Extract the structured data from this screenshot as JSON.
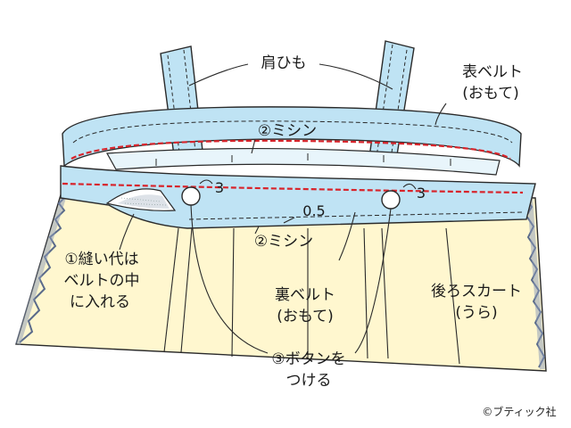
{
  "labels": {
    "strap": "肩ひも",
    "outer_belt_1": "表ベルト",
    "outer_belt_2": "(おもて)",
    "stitch_top": "②ミシン",
    "num_left": "3",
    "num_right": "3",
    "num_half": "0.5",
    "stitch_bottom": "②ミシン",
    "allowance_1": "①縫い代は",
    "allowance_2": "ベルトの中",
    "allowance_3": "に入れる",
    "inner_belt_1": "裏ベルト",
    "inner_belt_2": "(おもて)",
    "back_skirt_1": "後ろスカート",
    "back_skirt_2": "(うら)",
    "button_1": "③ボタンを",
    "button_2": "つける"
  },
  "copyright": "©ブティック社",
  "colors": {
    "belt": "#bfe3f4",
    "skirt": "#fff7cf",
    "outline": "#2a2a2a",
    "stitch_red": "#d8242b",
    "zigzag": "#5a6a8a"
  },
  "icons": [
    "button-icon"
  ]
}
